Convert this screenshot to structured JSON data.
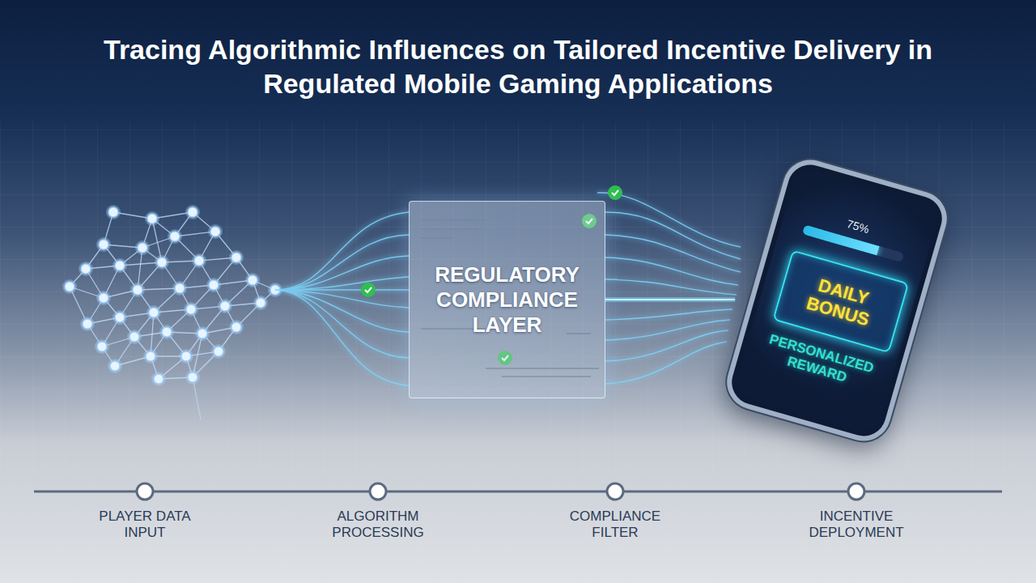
{
  "diagram": {
    "title": "Tracing Algorithmic Influences on Tailored Incentive Delivery in Regulated Mobile Gaming Applications",
    "nodes": [
      {
        "text": [
          "REGULATORY COMPLIANCE LAYER"
        ]
      },
      {
        "text": [
          "75%",
          "PERSONALIZED REWARD"
        ]
      },
      {
        "text": [
          "DAILY BONUS"
        ],
        "in": 1
      }
    ],
    "edges": [
      {
        "from": 0,
        "to": 1,
        "arrow": "none"
      }
    ],
    "labels": [
      "PLAYER DATA INPUT",
      "ALGORITHM PROCESSING",
      "COMPLIANCE FILTER",
      "INCENTIVE DEPLOYMENT"
    ]
  }
}
